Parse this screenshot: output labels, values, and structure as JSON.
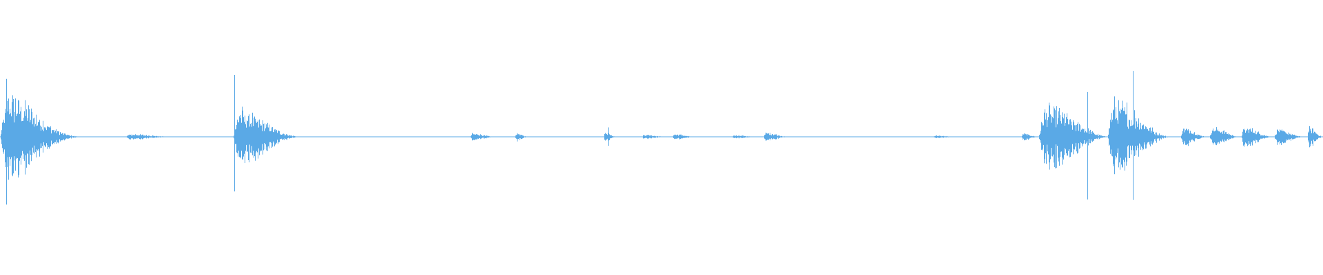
{
  "waveform": {
    "color": "#5aa9e6",
    "background": "#ffffff",
    "segments": [
      {
        "start": 0.0,
        "end": 0.065,
        "peak": 0.48,
        "decay": 0.55,
        "jitter": 0.55
      },
      {
        "start": 0.095,
        "end": 0.13,
        "peak": 0.03,
        "decay": 0.2,
        "jitter": 0.5
      },
      {
        "start": 0.176,
        "end": 0.23,
        "peak": 0.3,
        "decay": 0.45,
        "jitter": 0.55
      },
      {
        "start": 0.355,
        "end": 0.375,
        "peak": 0.04,
        "decay": 0.3,
        "jitter": 0.5
      },
      {
        "start": 0.389,
        "end": 0.399,
        "peak": 0.045,
        "decay": 0.3,
        "jitter": 0.5
      },
      {
        "start": 0.456,
        "end": 0.466,
        "peak": 0.06,
        "decay": 0.3,
        "jitter": 0.5
      },
      {
        "start": 0.485,
        "end": 0.503,
        "peak": 0.025,
        "decay": 0.2,
        "jitter": 0.5
      },
      {
        "start": 0.508,
        "end": 0.525,
        "peak": 0.03,
        "decay": 0.2,
        "jitter": 0.5
      },
      {
        "start": 0.553,
        "end": 0.572,
        "peak": 0.02,
        "decay": 0.2,
        "jitter": 0.5
      },
      {
        "start": 0.577,
        "end": 0.596,
        "peak": 0.05,
        "decay": 0.25,
        "jitter": 0.5
      },
      {
        "start": 0.705,
        "end": 0.722,
        "peak": 0.015,
        "decay": 0.2,
        "jitter": 0.5
      },
      {
        "start": 0.772,
        "end": 0.785,
        "peak": 0.04,
        "decay": 0.3,
        "jitter": 0.5
      },
      {
        "start": 0.785,
        "end": 0.837,
        "peak": 0.3,
        "decay": 0.15,
        "jitter": 0.6
      },
      {
        "start": 0.837,
        "end": 0.885,
        "peak": 0.37,
        "decay": 0.25,
        "jitter": 0.6
      },
      {
        "start": 0.892,
        "end": 0.912,
        "peak": 0.1,
        "decay": 0.2,
        "jitter": 0.5
      },
      {
        "start": 0.914,
        "end": 0.937,
        "peak": 0.1,
        "decay": 0.2,
        "jitter": 0.5
      },
      {
        "start": 0.938,
        "end": 0.962,
        "peak": 0.1,
        "decay": 0.2,
        "jitter": 0.5
      },
      {
        "start": 0.963,
        "end": 0.985,
        "peak": 0.08,
        "decay": 0.2,
        "jitter": 0.5
      },
      {
        "start": 0.988,
        "end": 1.0,
        "peak": 0.1,
        "decay": 0.2,
        "jitter": 0.5
      }
    ],
    "spikes": [
      {
        "at": 0.0045,
        "peak": 0.52
      },
      {
        "at": 0.177,
        "peak": 0.46
      },
      {
        "at": 0.46,
        "peak": 0.07
      },
      {
        "at": 0.822,
        "peak": 0.46
      },
      {
        "at": 0.856,
        "peak": 0.5
      }
    ]
  }
}
